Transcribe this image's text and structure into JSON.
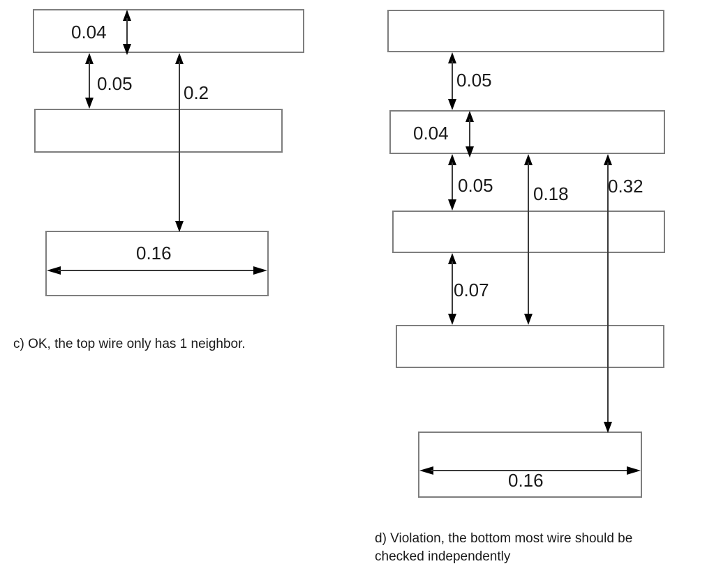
{
  "colors": {
    "background": "#ffffff",
    "wire_border": "#7e7e7e",
    "arrow_line": "#3a3a3a",
    "arrow_head": "#000000",
    "text": "#1a1a1a"
  },
  "panel_c": {
    "caption": "c) OK, the top wire only has 1 neighbor.",
    "labels": {
      "top_wire_width": "0.04",
      "gap_top_mid": "0.05",
      "span_top_bottom": "0.2",
      "bottom_wire_width": "0.16"
    }
  },
  "panel_d": {
    "caption_line1": "d) Violation, the bottom most wire should be",
    "caption_line2": "checked independently",
    "labels": {
      "gap_wire1_wire2": "0.05",
      "wire2_width": "0.04",
      "gap_wire2_wire3": "0.05",
      "span_wire2_wire4": "0.18",
      "span_wire2_wire5": "0.32",
      "gap_wire3_wire4": "0.07",
      "bottom_wire_width": "0.16"
    }
  }
}
